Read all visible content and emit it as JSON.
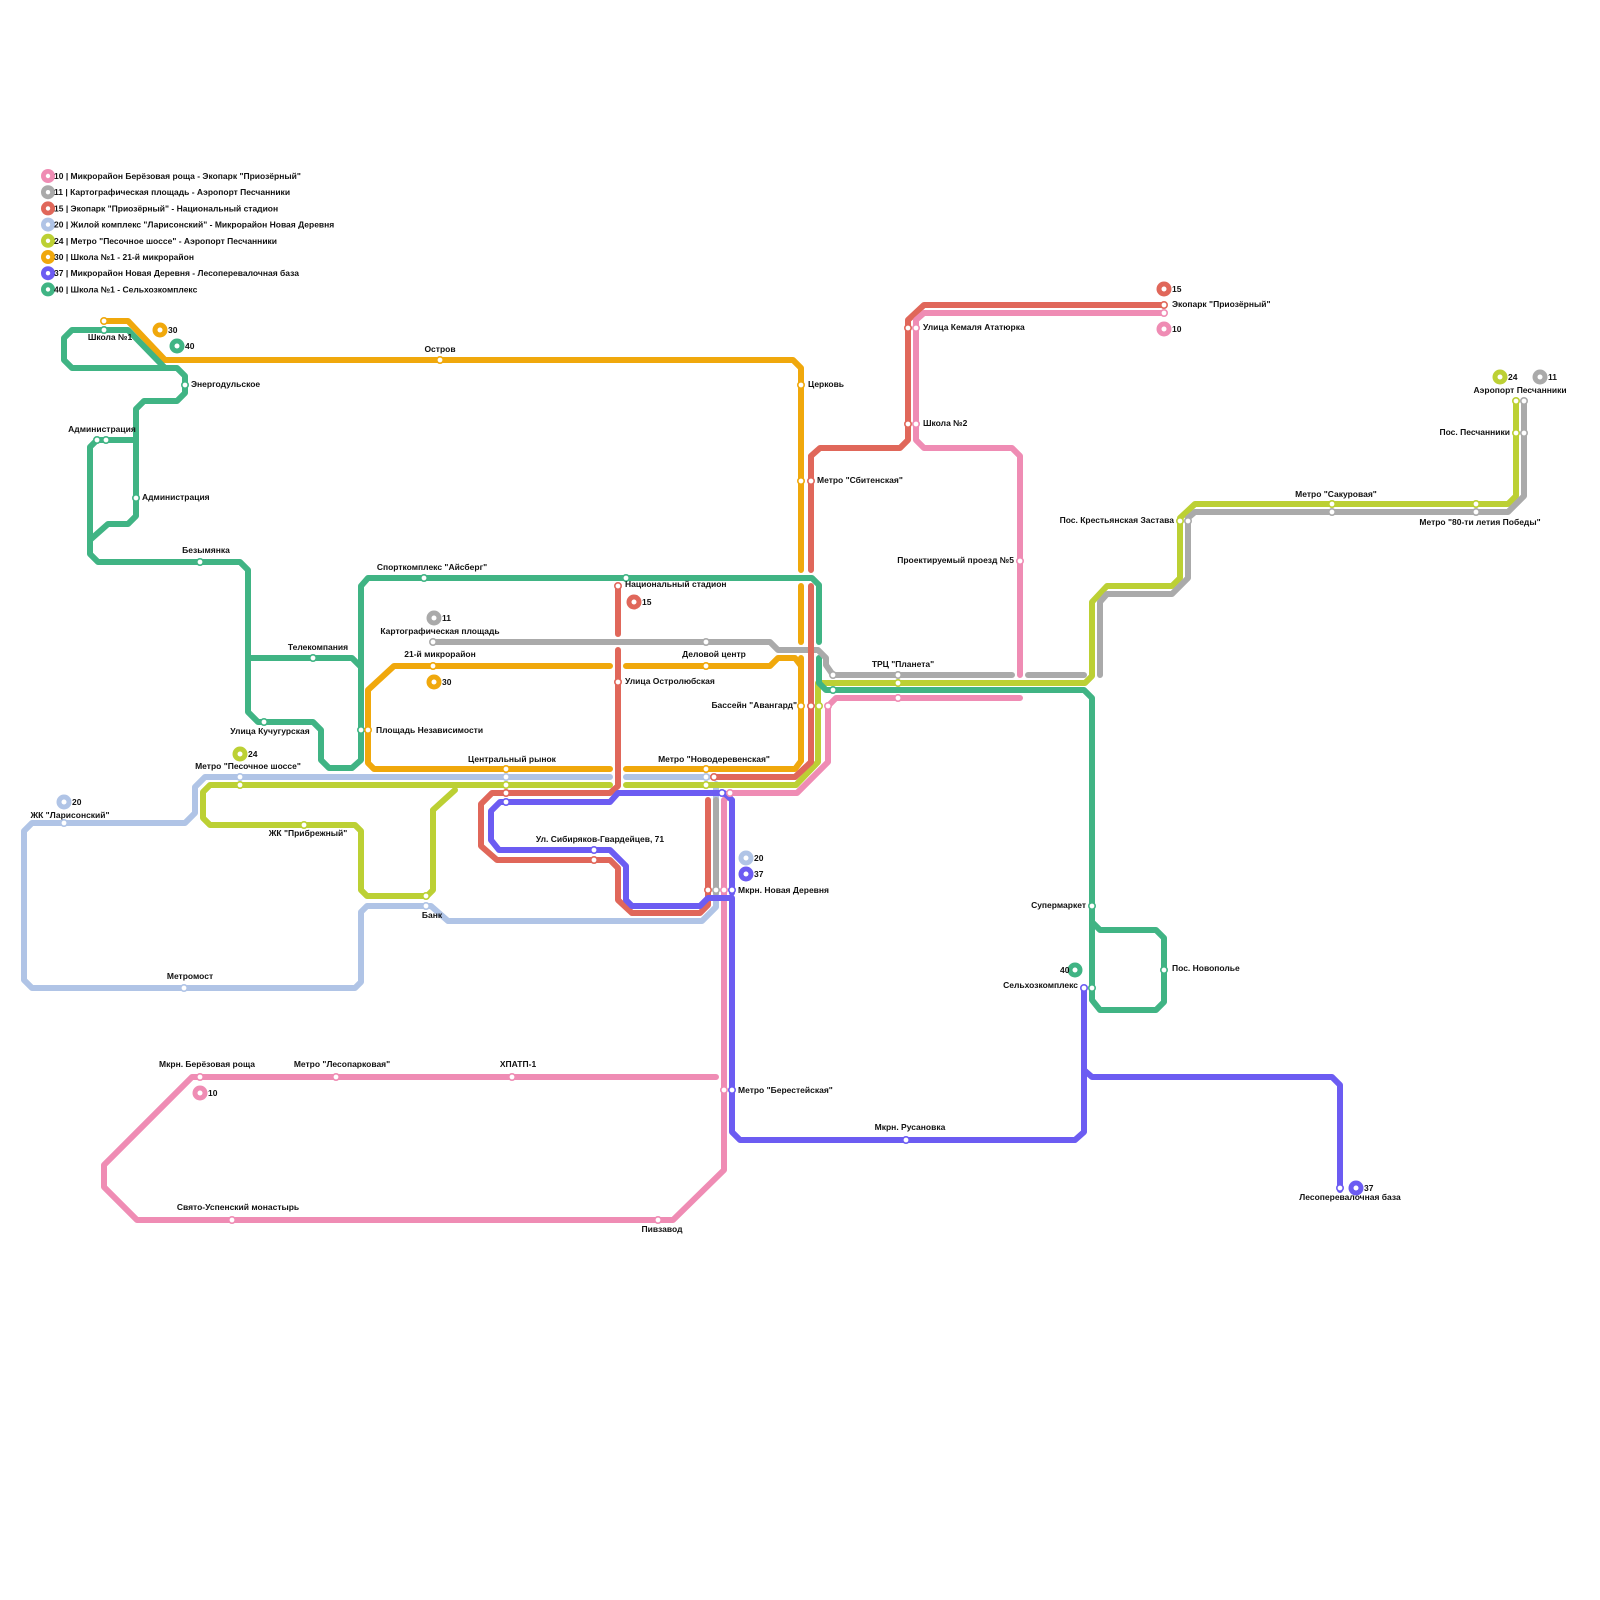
{
  "colors": {
    "10": "#ef8cb4",
    "11": "#aaaaaa",
    "15": "#e0675a",
    "20": "#b0c4e6",
    "24": "#bcd034",
    "30": "#f0a80c",
    "37": "#6c5cf2",
    "40": "#40b484"
  },
  "legend": [
    {
      "route": "10",
      "text": "10 | Микрорайон Берёзовая роща - Экопарк \"Приозёрный\""
    },
    {
      "route": "11",
      "text": "11 | Картографическая площадь - Аэропорт Песчанники"
    },
    {
      "route": "15",
      "text": "15 | Экопарк \"Приозёрный\" - Национальный стадион"
    },
    {
      "route": "20",
      "text": "20 | Жилой комплекс \"Ларисонский\" - Микрорайон Новая Деревня"
    },
    {
      "route": "24",
      "text": "24 | Метро \"Песочное шоссе\" - Аэропорт Песчанники"
    },
    {
      "route": "30",
      "text": "30 | Школа №1 - 21-й микрорайон"
    },
    {
      "route": "37",
      "text": "37 | Микрорайон Новая Деревня - Лесоперевалочная база"
    },
    {
      "route": "40",
      "text": "40 | Школа №1 - Сельхозкомплекс"
    }
  ],
  "terminals": [
    {
      "route": "30",
      "label": "30"
    },
    {
      "route": "40",
      "label": "40"
    },
    {
      "route": "15",
      "label": "15"
    },
    {
      "route": "10",
      "label": "10"
    },
    {
      "route": "24",
      "label": "24"
    },
    {
      "route": "11",
      "label": "11"
    },
    {
      "route": "11",
      "label": "11"
    },
    {
      "route": "15",
      "label": "15"
    },
    {
      "route": "30",
      "label": "30"
    },
    {
      "route": "24",
      "label": "24"
    },
    {
      "route": "20",
      "label": "20"
    },
    {
      "route": "20",
      "label": "20"
    },
    {
      "route": "37",
      "label": "37"
    },
    {
      "route": "40",
      "label": "40"
    },
    {
      "route": "10",
      "label": "10"
    },
    {
      "route": "37",
      "label": "37"
    }
  ],
  "stations": [
    "Школа №1",
    "Остров",
    "Энергодульское",
    "Администрация",
    "Администрация",
    "Безымянка",
    "Телекомпания",
    "Улица Кучугурская",
    "Спорткомплекс \"Айсберг\"",
    "Площадь Независимости",
    "Картографическая площадь",
    "21-й микрорайон",
    "Деловой центр",
    "Национальный стадион",
    "Улица Остролюбская",
    "Церковь",
    "Метро \"Сбитенская\"",
    "Улица Кемаля Ататюрка",
    "Школа №2",
    "Экопарк \"Приозёрный\"",
    "Проектируемый проезд №5",
    "ТРЦ \"Планета\"",
    "Бассейн \"Авангард\"",
    "Центральный рынок",
    "Метро \"Новодеревенская\"",
    "Метро \"Песочное шоссе\"",
    "ЖК \"Ларисонский\"",
    "ЖК \"Прибрежный\"",
    "Банк",
    "Метромост",
    "Ул. Сибиряков-Гвардейцев, 71",
    "Мкрн. Новая Деревня",
    "Мкрн. Берёзовая роща",
    "Метро \"Лесопарковая\"",
    "ХПАТП-1",
    "Метро \"Берестейская\"",
    "Свято-Успенский монастырь",
    "Пивзавод",
    "Мкрн. Русановка",
    "Супермаркет",
    "Пос. Новополье",
    "Сельхозкомплекс",
    "Лесоперевалочная база",
    "Пос. Крестьянская Застава",
    "Метро \"Сакуровая\"",
    "Метро \"80-ти летия Победы\"",
    "Пос. Песчанники",
    "Аэропорт Песчанники"
  ]
}
